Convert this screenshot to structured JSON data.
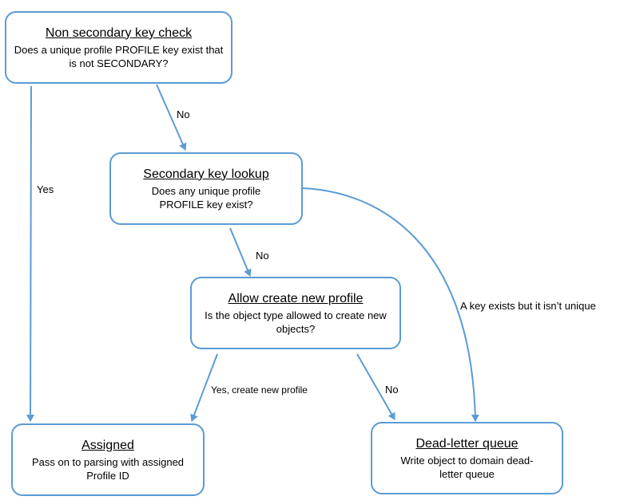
{
  "theme": {
    "box_border": "#5b9bd5",
    "arrow": "#5b9bd5",
    "text": "#000000",
    "background": "#ffffff"
  },
  "nodes": {
    "non_secondary": {
      "title": "Non secondary key check",
      "body": "Does a unique profile PROFILE key exist that is not SECONDARY?"
    },
    "secondary_lookup": {
      "title": "Secondary key lookup",
      "body": "Does any unique profile PROFILE key exist?"
    },
    "allow_create": {
      "title": "Allow create new profile",
      "body": "Is the object type allowed to create new objects?"
    },
    "assigned": {
      "title": "Assigned",
      "body": "Pass on to parsing with assigned Profile ID"
    },
    "dead_letter": {
      "title": "Dead-letter queue",
      "body": "Write object to domain dead-letter queue"
    }
  },
  "edges": {
    "non_secondary_no": "No",
    "non_secondary_yes": "Yes",
    "secondary_no": "No",
    "secondary_not_unique": "A key exists but it isn’t unique",
    "allow_yes": "Yes, create new profile",
    "allow_no": "No"
  }
}
